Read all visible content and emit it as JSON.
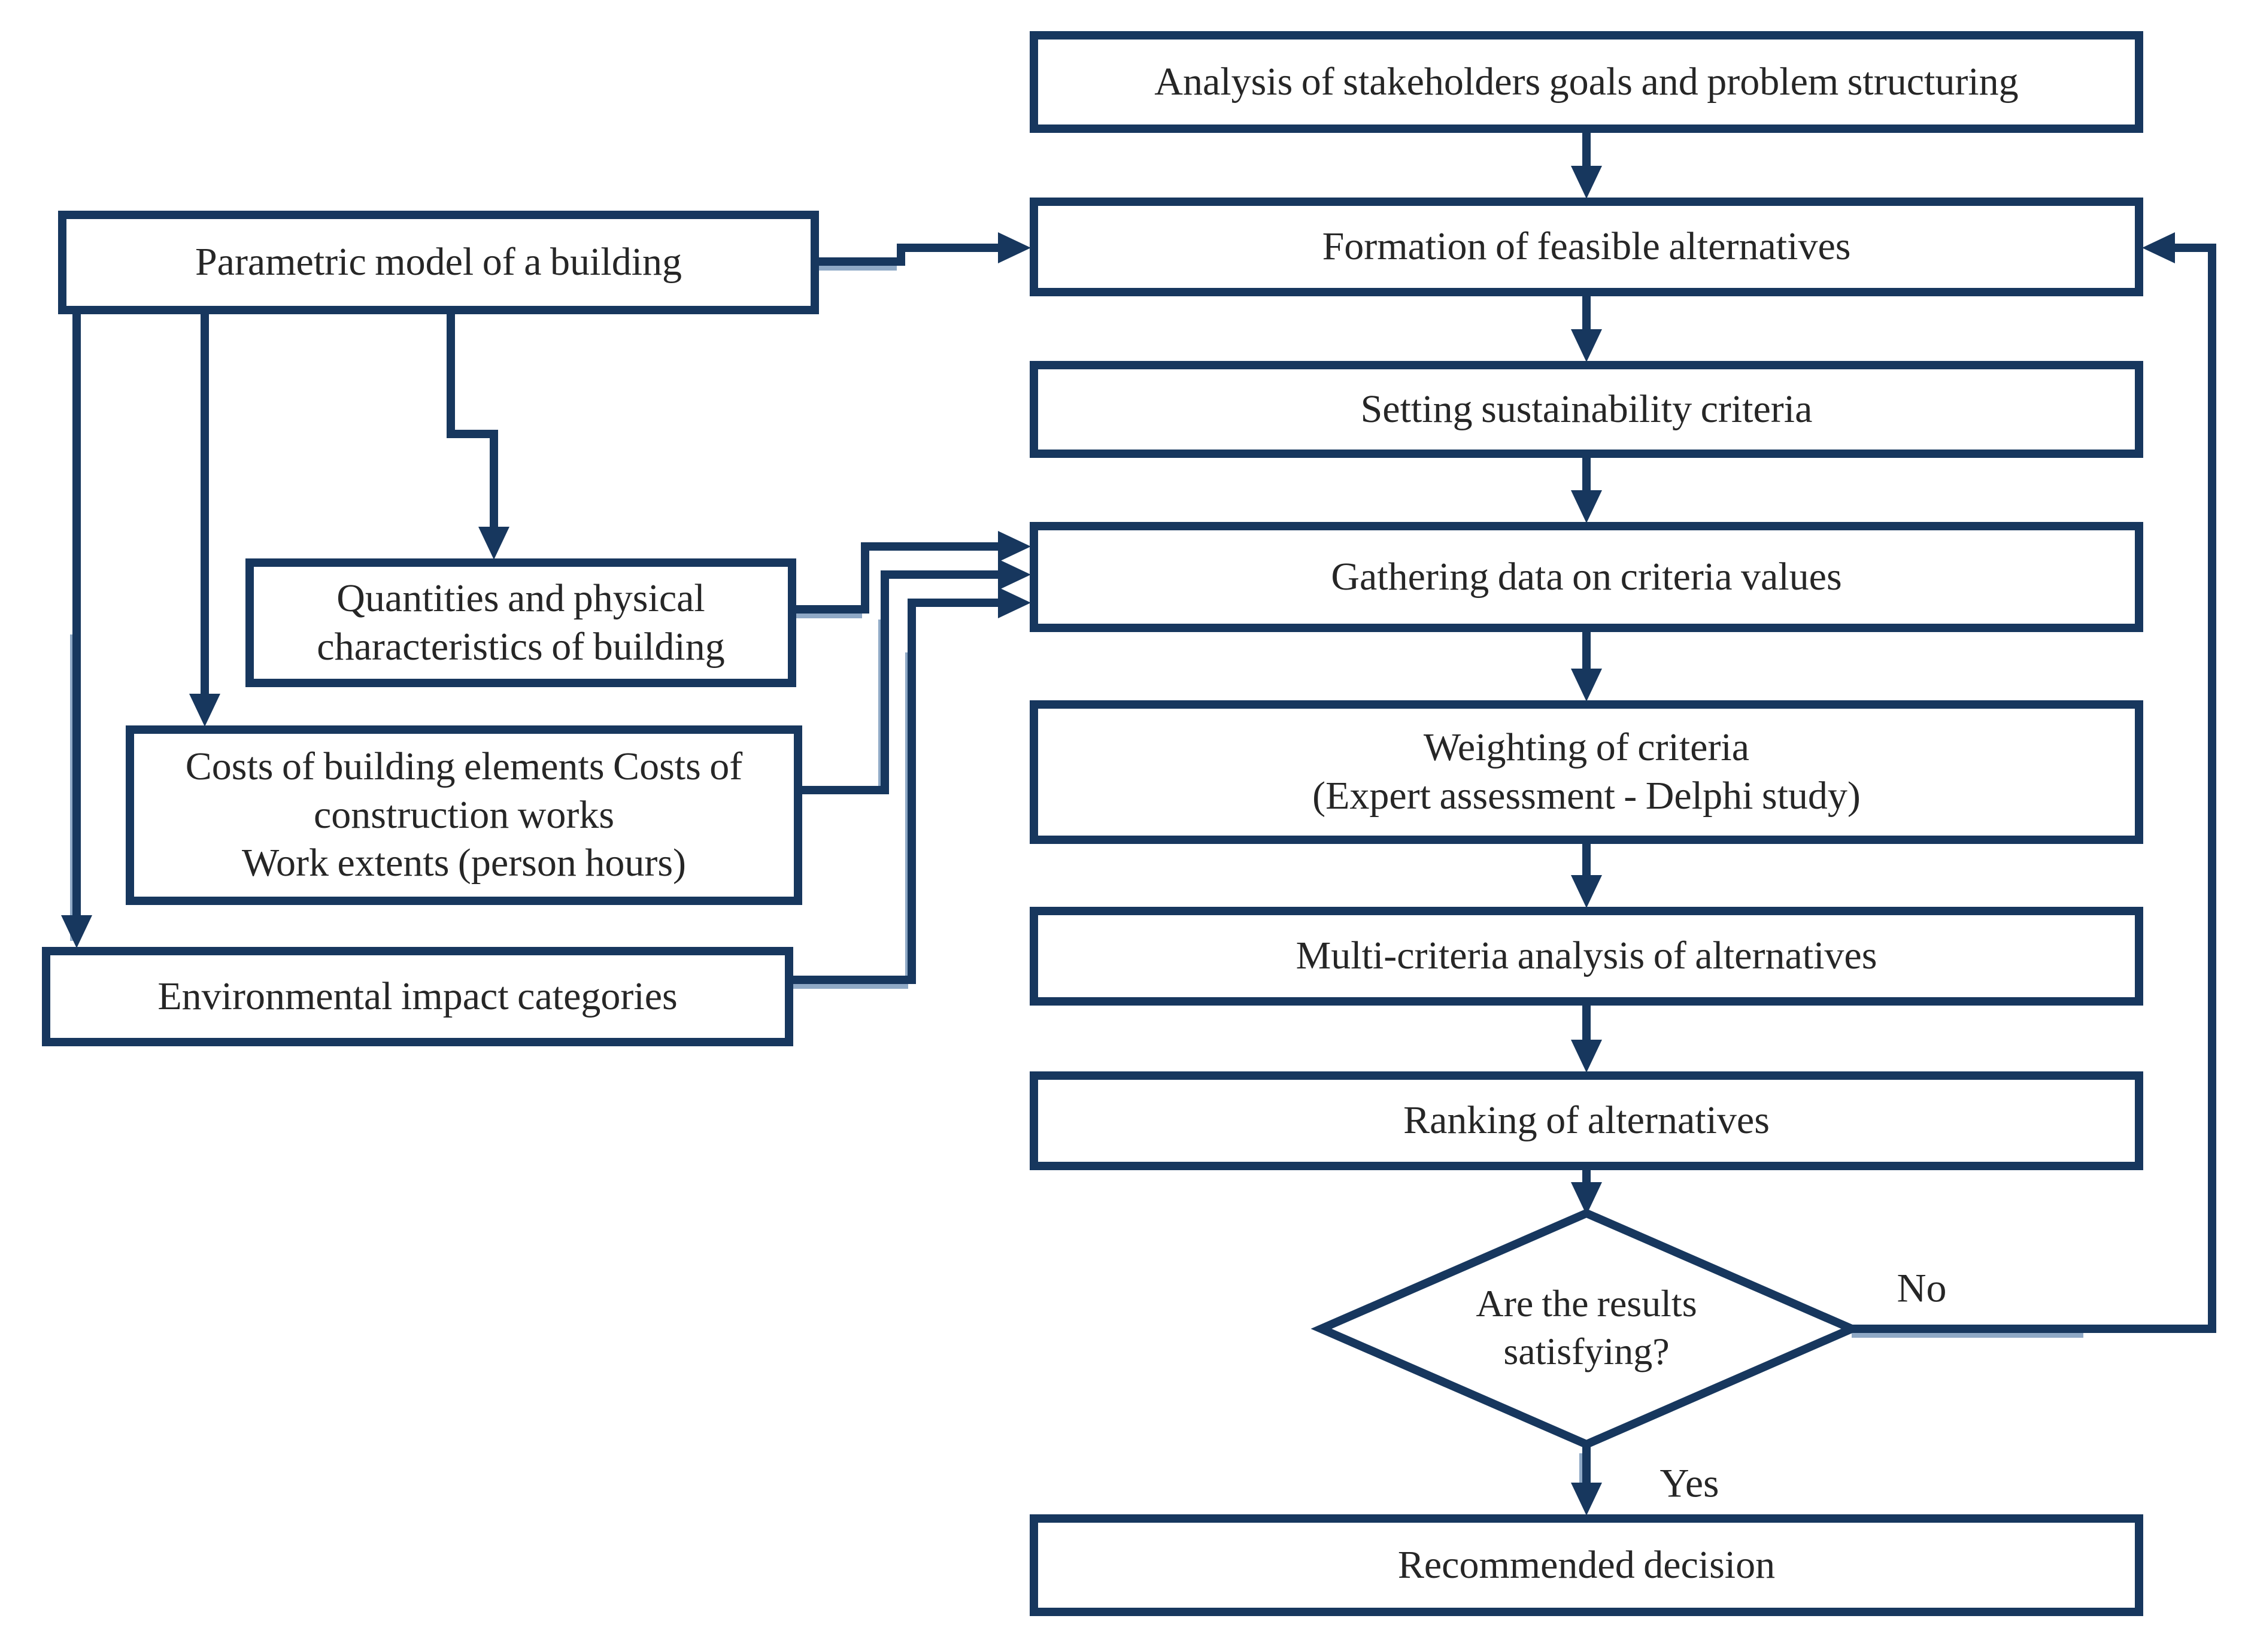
{
  "figure": {
    "type": "flowchart",
    "colors": {
      "line": "#17375E",
      "text": "#262626",
      "shadow": "#8FA9C6",
      "background": "#FFFFFF"
    },
    "boxes": {
      "analysis": {
        "label": "Analysis of stakeholders goals and problem structuring"
      },
      "parametric": {
        "label": "Parametric model of a building"
      },
      "formation": {
        "label": "Formation of feasible alternatives"
      },
      "setting": {
        "label": "Setting sustainability criteria"
      },
      "gathering": {
        "label": "Gathering data on criteria values"
      },
      "quantities": {
        "label": "Quantities and physical\ncharacteristics of building"
      },
      "weighting": {
        "label": "Weighting of criteria\n(Expert assessment - Delphi study)"
      },
      "costs": {
        "label": "Costs of building elements Costs of\nconstruction works\nWork extents (person hours)"
      },
      "multicriteria": {
        "label": "Multi-criteria analysis of alternatives"
      },
      "environmental": {
        "label": "Environmental impact categories"
      },
      "ranking": {
        "label": "Ranking of alternatives"
      },
      "recommended": {
        "label": "Recommended decision"
      }
    },
    "decision": {
      "label": "Are the results\nsatisfying?"
    },
    "edge_labels": {
      "no": "No",
      "yes": "Yes"
    }
  }
}
